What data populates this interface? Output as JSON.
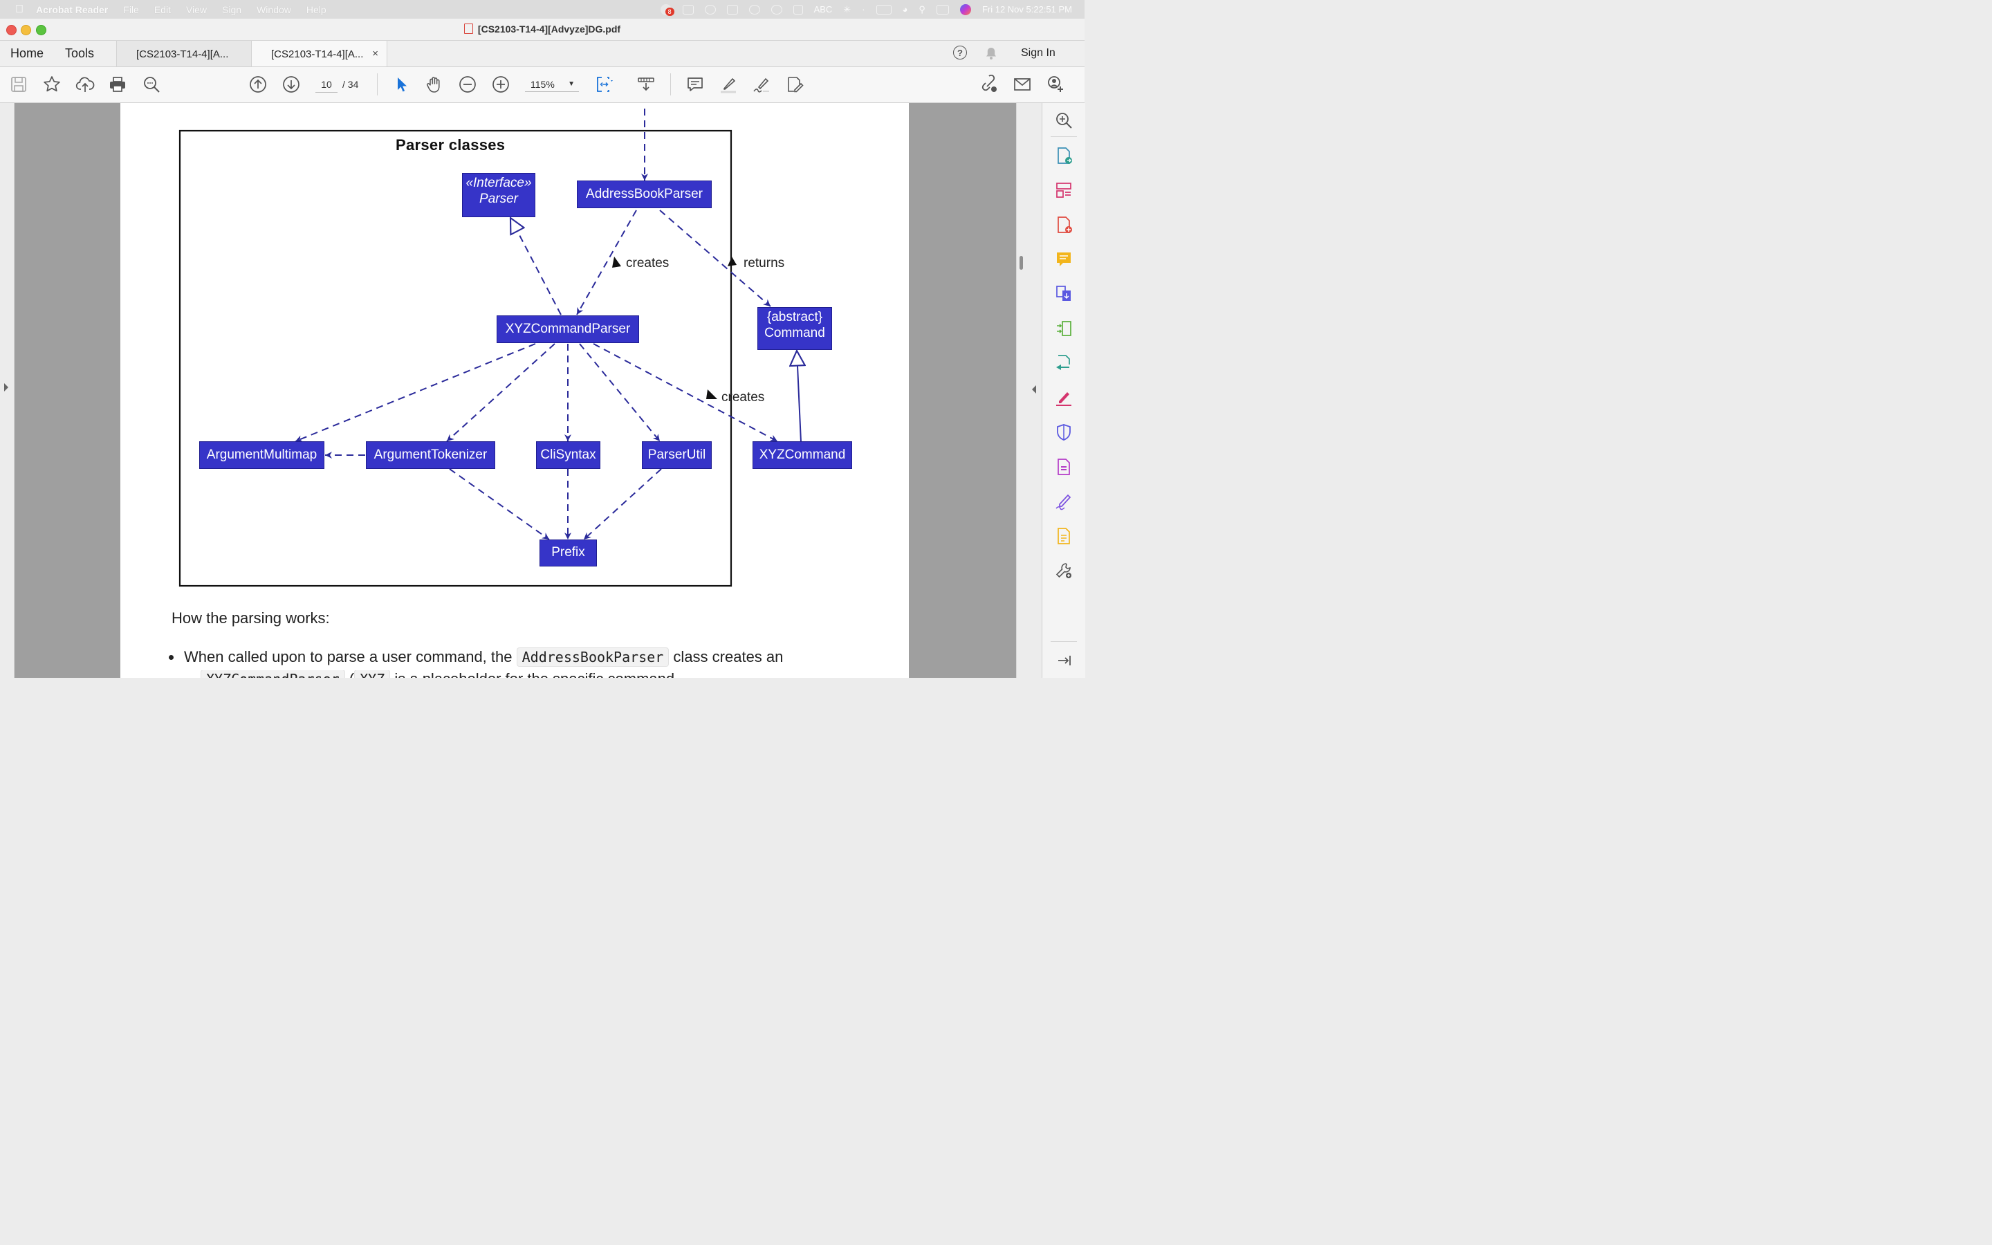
{
  "menubar": {
    "items": [
      "Acrobat Reader",
      "File",
      "Edit",
      "View",
      "Sign",
      "Window",
      "Help"
    ],
    "notification_count": "8",
    "clock": "Fri 12 Nov  5:22:51 PM",
    "input_source": "ABC"
  },
  "window": {
    "title": "[CS2103-T14-4][Advyze]DG.pdf"
  },
  "tabs": {
    "home": "Home",
    "tools": "Tools",
    "doc_tabs": [
      "[CS2103-T14-4][A...",
      "[CS2103-T14-4][A..."
    ],
    "close_glyph": "×",
    "sign_in": "Sign In",
    "help_glyph": "?"
  },
  "toolbar": {
    "page_current": "10",
    "page_total": "/  34",
    "zoom": "115%"
  },
  "diagram": {
    "title": "Parser classes",
    "nodes": {
      "interface_parser_stereotype": "«Interface»",
      "interface_parser_name": "Parser",
      "address_book_parser": "AddressBookParser",
      "xyz_command_parser": "XYZCommandParser",
      "abstract_command_line1": "{abstract}",
      "abstract_command_line2": "Command",
      "argument_multimap": "ArgumentMultimap",
      "argument_tokenizer": "ArgumentTokenizer",
      "cli_syntax": "CliSyntax",
      "parser_util": "ParserUtil",
      "xyz_command": "XYZCommand",
      "prefix": "Prefix"
    },
    "labels": {
      "creates_1": "creates",
      "returns": "returns",
      "creates_2": "creates"
    }
  },
  "document": {
    "heading": "How the parsing works:",
    "bullet1_pre": "When called upon to parse a user command, the ",
    "bullet1_code": "AddressBookParser",
    "bullet1_post": " class creates an",
    "bullet2_code1": "XYZCommandParser",
    "bullet2_mid": " (",
    "bullet2_code2": "XYZ",
    "bullet2_post": " is a placeholder for the specific command"
  },
  "colors": {
    "uml_fill": "#3634c8",
    "uml_line": "#2a2a9a",
    "accent_blue": "#1a73d9"
  }
}
